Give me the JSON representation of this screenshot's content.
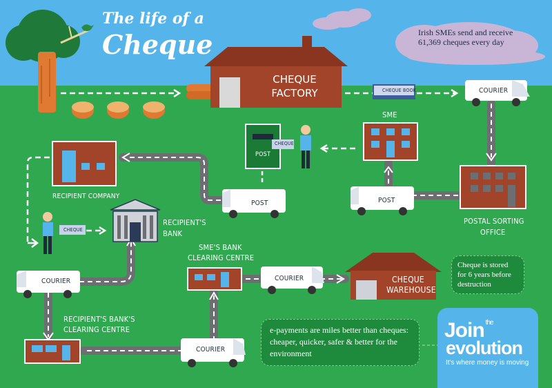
{
  "title": {
    "line1": "The life of a",
    "line2": "Cheque"
  },
  "fact": "Irish SMEs send and receive 61,369 cheques every day",
  "factory": {
    "line1": "CHEQUE",
    "line2": "FACTORY"
  },
  "labels": {
    "cheque_book": "CHEQUE BOOK",
    "courier": "COURIER",
    "sme": "SME",
    "post": "POST",
    "cheque": "CHEQUE",
    "recipient_company": "RECIPIENT COMPANY",
    "postal_sorting_office_1": "POSTAL SORTING",
    "postal_sorting_office_2": "OFFICE",
    "recipients_bank_1": "RECIPIENT'S",
    "recipients_bank_2": "BANK",
    "smes_bank_1": "SME'S BANK",
    "smes_bank_2": "CLEARING CENTRE",
    "recipients_bank_cc_1": "RECIPIENT'S BANK'S",
    "recipients_bank_cc_2": "CLEARING CENTRE",
    "warehouse_1": "CHEQUE",
    "warehouse_2": "WAREHOUSE"
  },
  "storage_note": "Cheque is stored for 6 years before destruction",
  "epayments_note": "e-payments are miles better than cheques: cheaper, quicker, safer & better for the environment",
  "brand": {
    "join": "Join",
    "the": "the",
    "evolution": "evolution",
    "tagline": "It's where money is moving"
  },
  "colors": {
    "sky": "#55b4ea",
    "grass": "#2fa84f",
    "brick": "#a2442a",
    "road": "#6d6e71",
    "cloud": "#c9b6d6",
    "brand_blue": "#55b4ea"
  }
}
